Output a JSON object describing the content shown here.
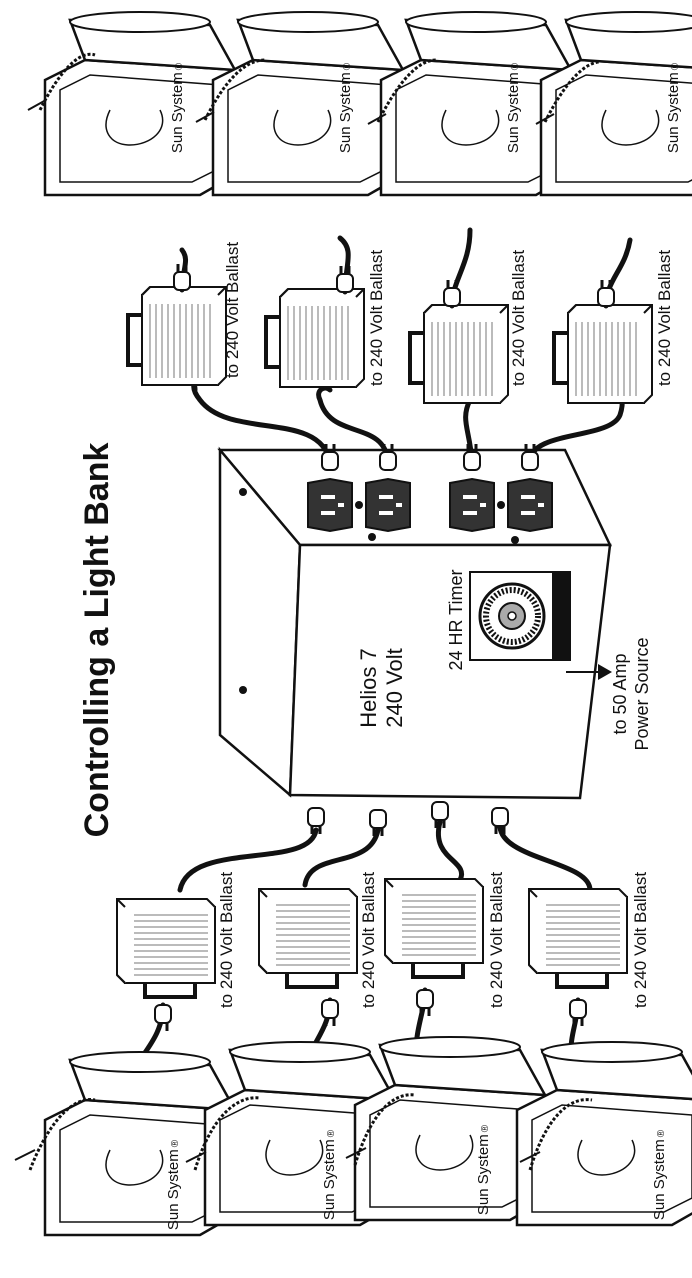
{
  "diagram": {
    "title": "Controlling a Light Bank",
    "controller": {
      "name_line1": "Helios 7",
      "name_line2": "240 Volt",
      "timer_label": "24 HR Timer",
      "power_line1": "to 50 Amp",
      "power_line2": "Power Source"
    },
    "ballast_label": "to 240 Volt Ballast",
    "lamp_brand": "Sun System",
    "lamp_brand_mark": "®"
  }
}
